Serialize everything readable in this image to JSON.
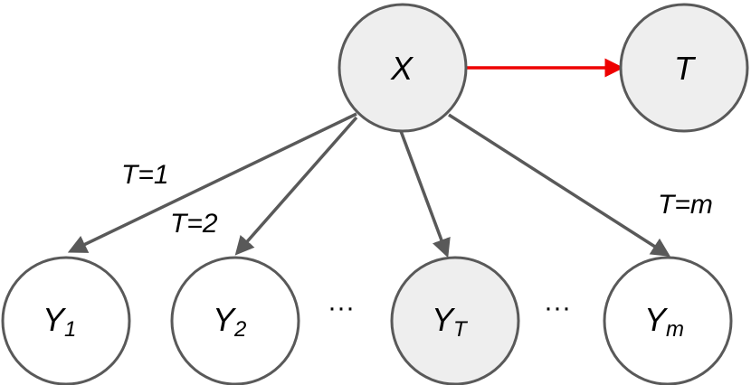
{
  "colors": {
    "node_fill_shaded": "#eeeeee",
    "node_fill_plain": "#ffffff",
    "node_stroke": "#595959",
    "edge": "#595959",
    "edge_highlight": "#ee0000"
  },
  "nodes": {
    "x": {
      "label": "X",
      "shaded": true
    },
    "t": {
      "label": "T",
      "shaded": true
    },
    "y1": {
      "label": "Y",
      "sub": "1",
      "shaded": false
    },
    "y2": {
      "label": "Y",
      "sub": "2",
      "shaded": false
    },
    "yt": {
      "label": "Y",
      "sub": "T",
      "shaded": true
    },
    "ym": {
      "label": "Y",
      "sub": "m",
      "shaded": false
    }
  },
  "edge_labels": {
    "t1": "T=1",
    "t2": "T=2",
    "tm": "T=m"
  },
  "ellipsis": {
    "left": "···",
    "right": "···"
  }
}
